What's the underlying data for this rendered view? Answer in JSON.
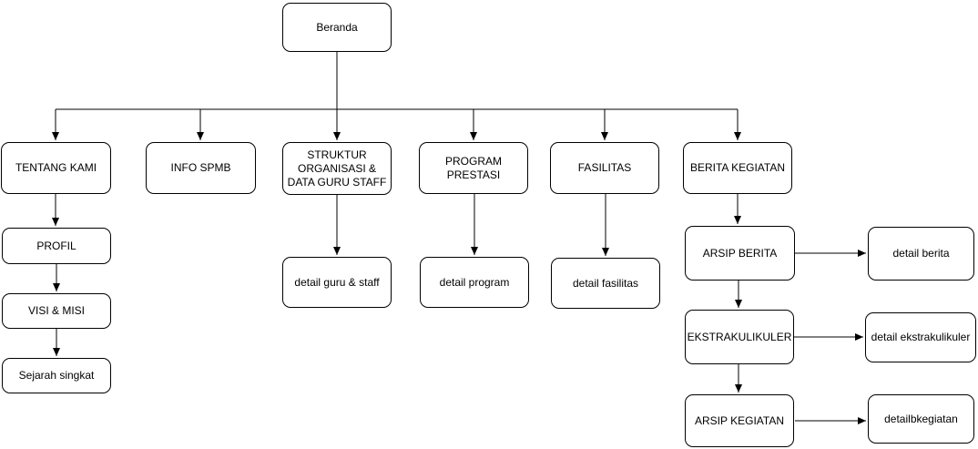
{
  "diagram": {
    "type": "flowchart-sitemap",
    "colors": {
      "background": "#ffffff",
      "box_fill": "#ffffff",
      "box_border": "#000000",
      "text": "#000000",
      "line": "#000000"
    },
    "nodes": {
      "beranda": {
        "label": "Beranda"
      },
      "tentang_kami": {
        "label": "TENTANG KAMI"
      },
      "info_spmb": {
        "label": "INFO SPMB"
      },
      "struktur_organisasi": {
        "label": "STRUKTUR ORGANISASI & DATA GURU STAFF"
      },
      "program_prestasi": {
        "label": "PROGRAM PRESTASI"
      },
      "fasilitas": {
        "label": "FASILITAS"
      },
      "berita_kegiatan": {
        "label": "BERITA KEGIATAN"
      },
      "profil": {
        "label": "PROFIL"
      },
      "visi_misi": {
        "label": "VISI & MISI"
      },
      "sejarah_singkat": {
        "label": "Sejarah singkat"
      },
      "detail_guru_staff": {
        "label": "detail guru & staff"
      },
      "detail_program": {
        "label": "detail program"
      },
      "detail_fasilitas": {
        "label": "detail fasilitas"
      },
      "arsip_berita": {
        "label": "ARSIP BERITA"
      },
      "detail_berita": {
        "label": "detail berita"
      },
      "ekstrakulikuler": {
        "label": "EKSTRAKULIKULER"
      },
      "detail_ekstrakulikuler": {
        "label": "detail ekstrakulikuler"
      },
      "arsip_kegiatan": {
        "label": "ARSIP KEGIATAN"
      },
      "detailbkegiatan": {
        "label": "detailbkegiatan"
      }
    },
    "edges": [
      {
        "from": "beranda",
        "to": "tentang_kami"
      },
      {
        "from": "beranda",
        "to": "info_spmb"
      },
      {
        "from": "beranda",
        "to": "struktur_organisasi"
      },
      {
        "from": "beranda",
        "to": "program_prestasi"
      },
      {
        "from": "beranda",
        "to": "fasilitas"
      },
      {
        "from": "beranda",
        "to": "berita_kegiatan"
      },
      {
        "from": "tentang_kami",
        "to": "profil"
      },
      {
        "from": "profil",
        "to": "visi_misi"
      },
      {
        "from": "visi_misi",
        "to": "sejarah_singkat"
      },
      {
        "from": "struktur_organisasi",
        "to": "detail_guru_staff"
      },
      {
        "from": "program_prestasi",
        "to": "detail_program"
      },
      {
        "from": "fasilitas",
        "to": "detail_fasilitas"
      },
      {
        "from": "berita_kegiatan",
        "to": "arsip_berita"
      },
      {
        "from": "arsip_berita",
        "to": "detail_berita"
      },
      {
        "from": "arsip_berita",
        "to": "ekstrakulikuler"
      },
      {
        "from": "ekstrakulikuler",
        "to": "detail_ekstrakulikuler"
      },
      {
        "from": "ekstrakulikuler",
        "to": "arsip_kegiatan"
      },
      {
        "from": "arsip_kegiatan",
        "to": "detailbkegiatan"
      }
    ]
  }
}
